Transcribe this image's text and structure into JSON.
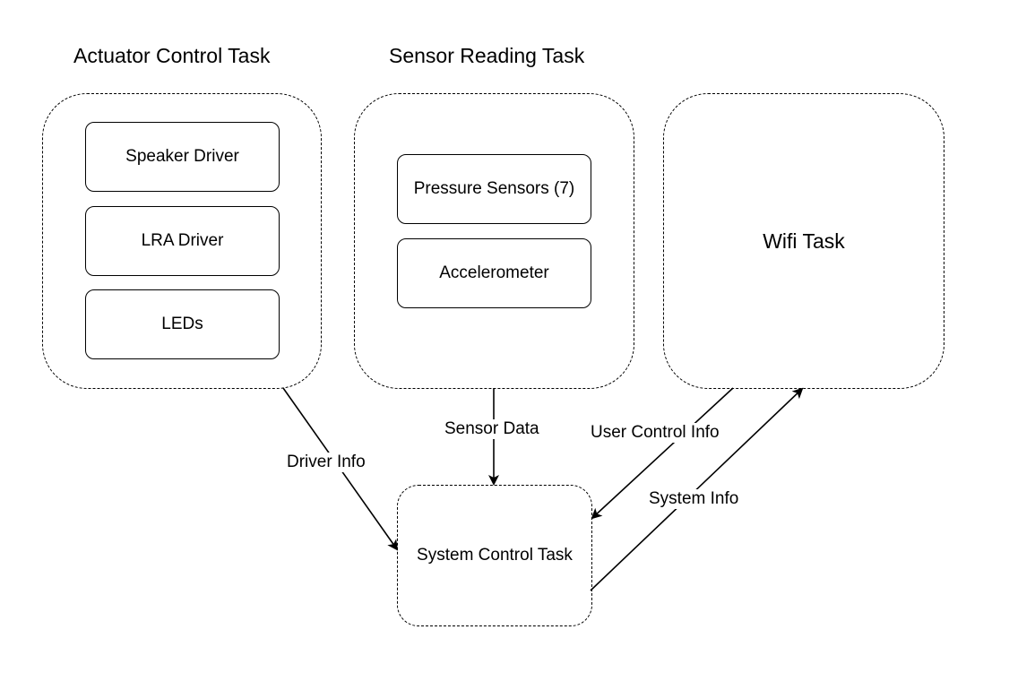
{
  "groups": {
    "actuator": {
      "title": "Actuator Control Task",
      "items": [
        "Speaker Driver",
        "LRA Driver",
        "LEDs"
      ]
    },
    "sensor": {
      "title": "Sensor Reading Task",
      "items": [
        "Pressure Sensors (7)",
        "Accelerometer"
      ]
    },
    "wifi": {
      "label": "Wifi Task"
    },
    "system": {
      "label": "System Control Task"
    }
  },
  "edges": {
    "driver_info": "Driver Info",
    "sensor_data": "Sensor Data",
    "user_control_info": "User Control Info",
    "system_info": "System Info"
  },
  "colors": {
    "stroke": "#000000",
    "background": "#ffffff"
  }
}
